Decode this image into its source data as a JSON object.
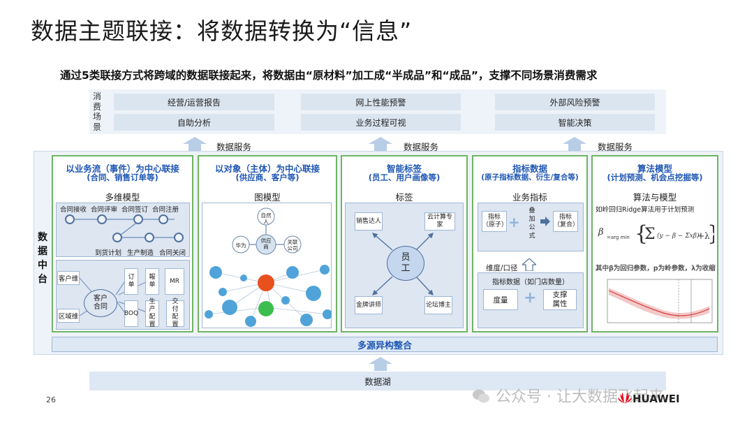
{
  "title": "数据主题联接：将数据转换为“信息”",
  "subtitle": "通过5类联接方式将跨域的数据联接起来，将数据由“原材料”加工成“半成品”和“成品”，支撑不同场景消费需求",
  "consumption": {
    "label": "消费场景",
    "scenes": [
      "经营/运营报告",
      "网上性能预警",
      "外部风险预警",
      "自助分析",
      "业务过程可视",
      "智能决策"
    ]
  },
  "data_service_label": "数据服务",
  "platform_label": "数据中台",
  "modules": [
    {
      "title": "以业务流（事件）为中心联接",
      "subtitle": "(合同、销售订单等)",
      "head": "多维模型",
      "flow_top": [
        "合同接收",
        "合同评审",
        "合同签订",
        "合同注册"
      ],
      "flow_bottom": [
        "到货计划",
        "生产制造",
        "合同关闭"
      ],
      "dims": [
        "客户维",
        "区域维"
      ],
      "center": "客户合同",
      "facts": [
        "订单",
        "報单",
        "MR",
        "BOQ",
        "生产配置",
        "交付配置"
      ]
    },
    {
      "title": "以对象（主体）为中心联接",
      "subtitle": "(供应商、客户等)",
      "head": "图模型",
      "nodes": [
        "自然人",
        "华为",
        "供应商",
        "关联公司"
      ]
    },
    {
      "title": "智能标签",
      "subtitle": "(员工、用户画像等)",
      "head": "标签",
      "center": "员工",
      "tags": [
        "销售达人",
        "云计算专家",
        "金牌讲师",
        "论坛博主"
      ]
    },
    {
      "title": "指标数据",
      "subtitle": "(原子指标数据、衍生/复合等)",
      "head": "业务指标",
      "atomic": "指标（原子）",
      "formula": "叠加公式",
      "composite": "指标（复合）",
      "dimension": "维度/口径",
      "metric_data": "指标数据（如门店数量）",
      "measure": "度量",
      "attribute": "支撑属性"
    },
    {
      "title": "算法模型",
      "subtitle": "(计划预测、机会点挖掘等)",
      "head": "算法与模型",
      "desc": "如岭回归Ridge算法用于计划预测",
      "note": "其中β为回归参数，p为岭参数，λ为收缩参数"
    }
  ],
  "integration": "多源异构整合",
  "lake": "数据湖",
  "page_number": "26",
  "watermark": "公众号 · 让大数据飞起来",
  "brand": "HUAWEI",
  "colors": {
    "accent_blue": "#1f57b3",
    "module_border": "#6eb463",
    "panel_bg": "#eef3f9",
    "cell_bg": "#dbe5f0",
    "arrow": "#b8cde6",
    "brand_red": "#e60012"
  }
}
